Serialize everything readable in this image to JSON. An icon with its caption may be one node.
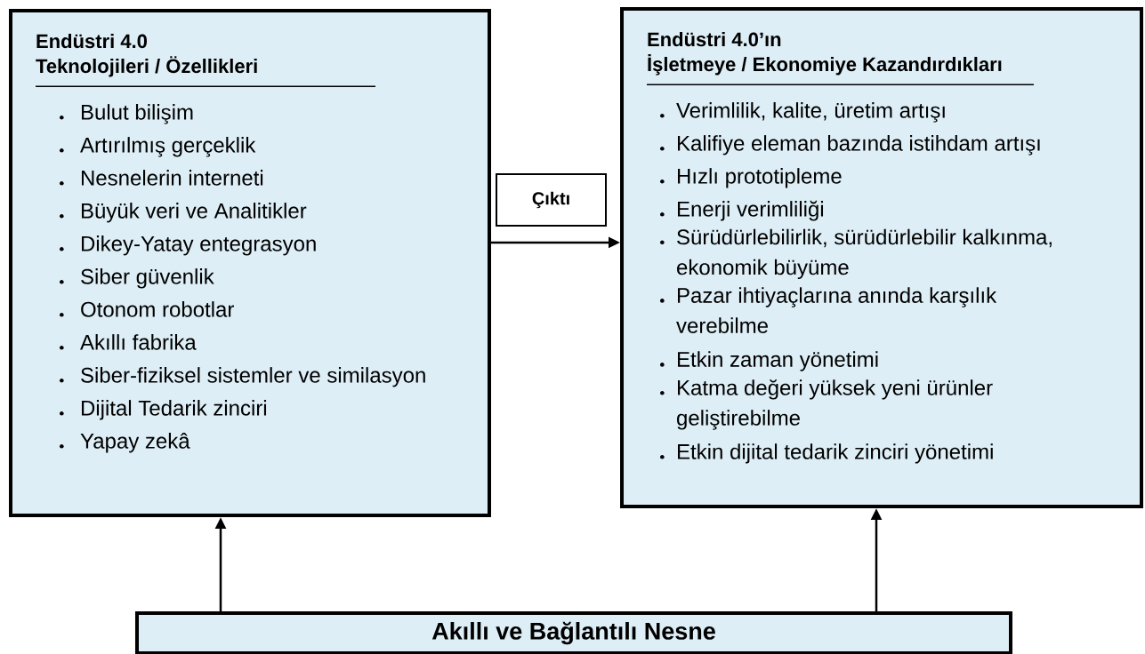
{
  "diagram": {
    "nodes": [
      {
        "text": [
          "Endüstri 4.0",
          "Teknolojileri / Özellikleri",
          "Bulut bilişim",
          "Artırılmış gerçeklik",
          "Nesnelerin interneti",
          "Büyük veri ve Analitikler",
          "Dikey-Yatay entegrasyon",
          "Siber güvenlik",
          "Otonom robotlar",
          "Akıllı fabrika",
          "Siber-fiziksel sistemler ve similasyon",
          "Dijital Tedarik zinciri",
          "Yapay zekâ"
        ]
      },
      {
        "text": [
          "Çıktı"
        ]
      },
      {
        "text": [
          "Endüstri 4.0’ın",
          "İşletmeye / Ekonomiye Kazandırdıkları",
          "Verimlilik, kalite, üretim artışı",
          "Kalifiye eleman bazında istihdam artışı",
          "Hızlı prototipleme",
          "Enerji verimliliği",
          "Sürüdürlebilirlik, sürüdürlebilir kalkınma, ekonomik büyüme",
          "Pazar ihtiyaçlarına anında karşılık verebilme",
          "Etkin zaman yönetimi",
          "Katma değeri yüksek yeni ürünler geliştirebilme",
          "Etkin dijital tedarik zinciri yönetimi"
        ]
      },
      {
        "text": [
          "Akıllı ve Bağlantılı Nesne"
        ]
      }
    ],
    "edges": [
      {
        "from": 0,
        "to": 2,
        "arrow": "to"
      },
      {
        "from": 3,
        "to": 0,
        "arrow": "to"
      },
      {
        "from": 3,
        "to": 2,
        "arrow": "to"
      }
    ]
  }
}
